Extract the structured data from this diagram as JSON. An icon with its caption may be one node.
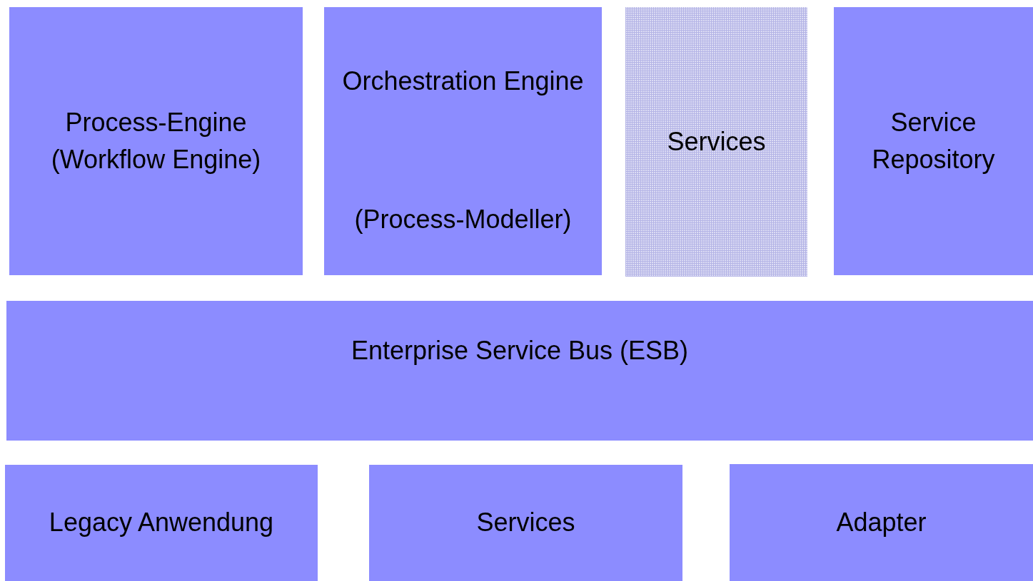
{
  "diagram": {
    "nodes": [
      {
        "text": [
          "Process-Engine (Workflow Engine)"
        ]
      },
      {
        "text": [
          "Orchestration Engine",
          "(Process-Modeller)"
        ]
      },
      {
        "text": [
          "Services"
        ]
      },
      {
        "text": [
          "Service Repository"
        ]
      },
      {
        "text": [
          "Enterprise Service Bus (ESB)"
        ]
      },
      {
        "text": [
          "Legacy Anwendung"
        ]
      },
      {
        "text": [
          "Services"
        ]
      },
      {
        "text": [
          "Adapter"
        ]
      }
    ]
  }
}
